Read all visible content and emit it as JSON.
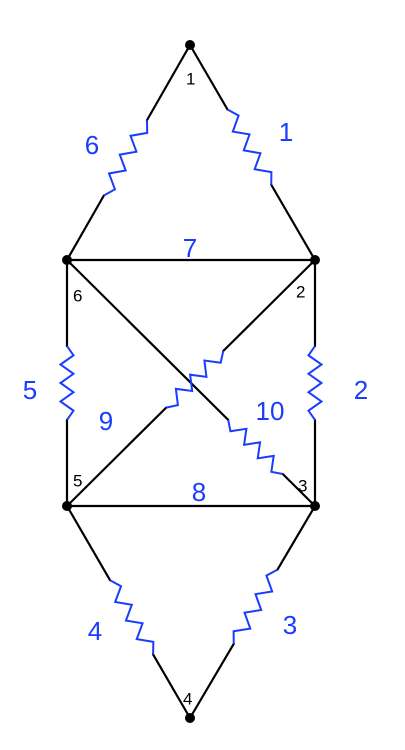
{
  "colors": {
    "edge": "#000000",
    "spring": "#1a3cff",
    "node": "#000000"
  },
  "nodes": [
    {
      "id": "1",
      "label": "1"
    },
    {
      "id": "2",
      "label": "2"
    },
    {
      "id": "3",
      "label": "3"
    },
    {
      "id": "4",
      "label": "4"
    },
    {
      "id": "5",
      "label": "5"
    },
    {
      "id": "6",
      "label": "6"
    }
  ],
  "elements": [
    {
      "id": "1",
      "label": "1",
      "from": "2",
      "to": "1",
      "type": "spring"
    },
    {
      "id": "2",
      "label": "2",
      "from": "2",
      "to": "3",
      "type": "spring"
    },
    {
      "id": "3",
      "label": "3",
      "from": "3",
      "to": "4",
      "type": "spring"
    },
    {
      "id": "4",
      "label": "4",
      "from": "4",
      "to": "5",
      "type": "spring"
    },
    {
      "id": "5",
      "label": "5",
      "from": "5",
      "to": "6",
      "type": "spring"
    },
    {
      "id": "6",
      "label": "6",
      "from": "6",
      "to": "1",
      "type": "spring"
    },
    {
      "id": "7",
      "label": "7",
      "from": "6",
      "to": "2",
      "type": "bar"
    },
    {
      "id": "8",
      "label": "8",
      "from": "5",
      "to": "3",
      "type": "bar"
    },
    {
      "id": "9",
      "label": "9",
      "from": "5",
      "to": "2",
      "type": "spring"
    },
    {
      "id": "10",
      "label": "10",
      "from": "6",
      "to": "3",
      "type": "spring"
    }
  ]
}
